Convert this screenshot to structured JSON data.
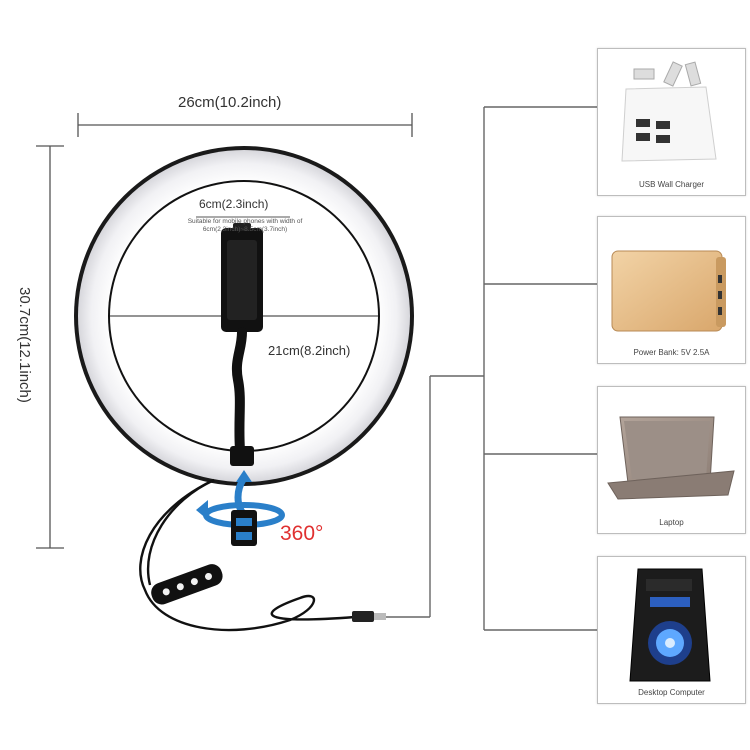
{
  "dimensions": {
    "width_text": "26cm(10.2inch)",
    "height_text": "30.7cm(12.1inch)",
    "phone_clip_text": "6cm(2.3inch)",
    "phone_note_line1": "Suitable for mobile phones with width of",
    "phone_note_line2": "6cm(2.3inch)~8.5cm(3.7inch)",
    "inner_diameter_text": "21cm(8.2inch)",
    "rotation_text": "360°"
  },
  "power_sources": [
    {
      "label": "USB Wall Charger",
      "icon": "usb-wall-charger-icon"
    },
    {
      "label": "Power Bank: 5V 2.5A",
      "icon": "power-bank-icon"
    },
    {
      "label": "Laptop",
      "icon": "laptop-icon"
    },
    {
      "label": "Desktop Computer",
      "icon": "desktop-computer-icon"
    }
  ],
  "colors": {
    "ring_outer": "#1a1a1a",
    "ring_light": "#f4f4f6",
    "rotation_arrow": "#2a7fc9",
    "rotation_text": "#e03030",
    "line": "#666666"
  }
}
